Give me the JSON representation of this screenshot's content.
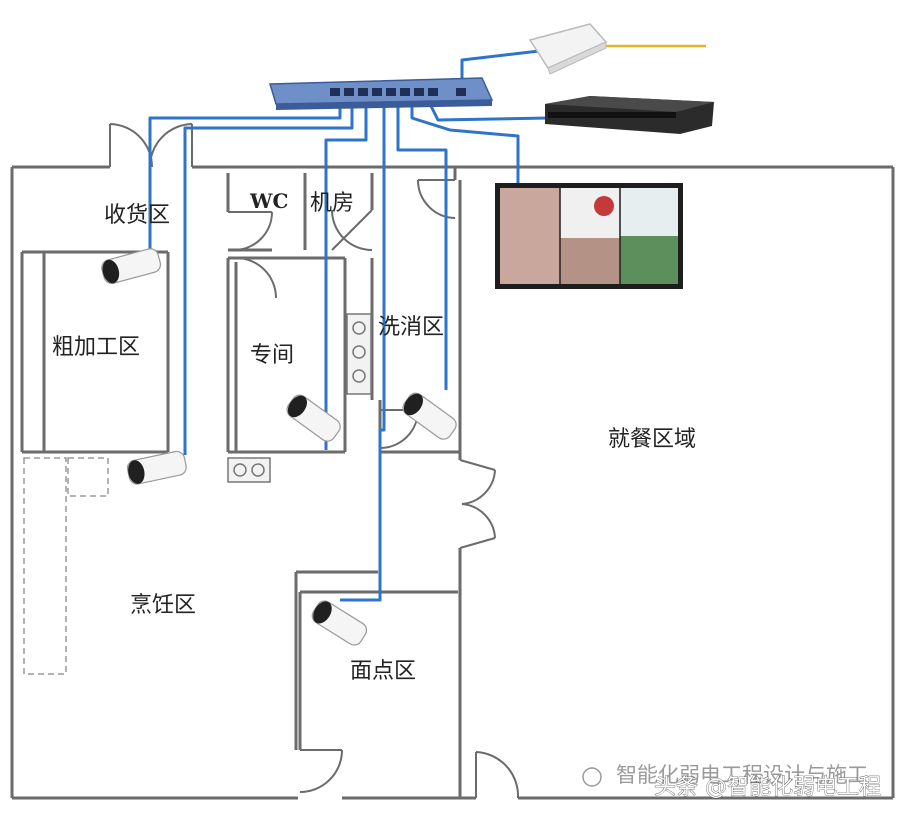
{
  "rooms": {
    "receiving": "收货区",
    "wc": "WC",
    "machine_room": "机房",
    "rough_processing": "粗加工区",
    "special_room": "专间",
    "washing": "洗消区",
    "dining": "就餐区域",
    "cooking": "烹饪区",
    "pastry": "面点区"
  },
  "watermark": {
    "behind": "智能化弱电工程设计与施工",
    "front": "头条 @智能化弱电工程"
  },
  "colors": {
    "cable": "#2f74c8",
    "wall": "#6b6b6b",
    "fiber": "#e2b428",
    "switch": "#5a7fc0"
  }
}
